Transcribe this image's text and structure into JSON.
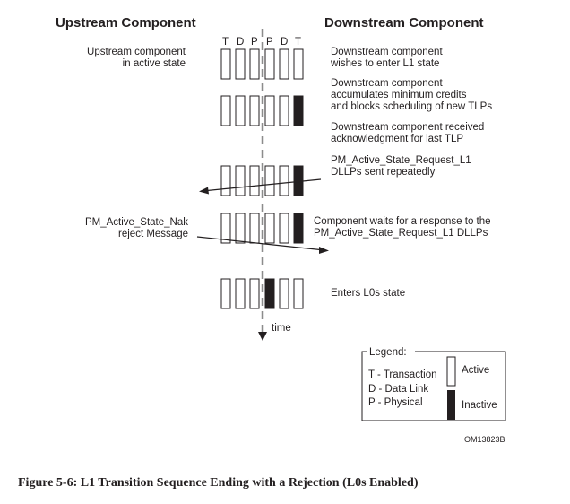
{
  "headers": {
    "upstream": "Upstream Component",
    "downstream": "Downstream Component"
  },
  "columns": [
    "T",
    "D",
    "P",
    "P",
    "D",
    "T"
  ],
  "upstream_notes": {
    "active": [
      "Upstream component",
      "in active state"
    ],
    "nak": [
      "PM_Active_State_Nak",
      "reject Message"
    ]
  },
  "rows": [
    {
      "states": [
        "active",
        "active",
        "active",
        "active",
        "active",
        "active"
      ],
      "text": [
        "Downstream component",
        "wishes to enter L1 state"
      ]
    },
    {
      "states": [
        "active",
        "active",
        "active",
        "active",
        "active",
        "inactive"
      ],
      "text": [
        "Downstream component",
        "accumulates minimum credits",
        "and blocks scheduling of new TLPs"
      ]
    },
    {
      "states": [],
      "text": [
        "Downstream component received",
        "acknowledgment for last TLP"
      ]
    },
    {
      "states": [
        "active",
        "active",
        "active",
        "active",
        "active",
        "inactive"
      ],
      "text": [
        "PM_Active_State_Request_L1",
        "DLLPs sent repeatedly"
      ]
    },
    {
      "states": [
        "active",
        "active",
        "active",
        "active",
        "active",
        "inactive"
      ],
      "text": [
        "Component waits for a response to the",
        "PM_Active_State_Request_L1 DLLPs"
      ]
    },
    {
      "states": [
        "active",
        "active",
        "active",
        "inactive",
        "active",
        "active"
      ],
      "text": [
        "Enters L0s state"
      ]
    }
  ],
  "time_label": "time",
  "legend": {
    "title": "Legend:",
    "items": [
      "T - Transaction",
      "D - Data Link",
      "P - Physical"
    ],
    "active": "Active",
    "inactive": "Inactive"
  },
  "figure_id": "OM13823B",
  "caption": "Figure 5-6:  L1 Transition Sequence Ending with a Rejection (L0s Enabled)",
  "colors": {
    "ink": "#231f20",
    "dash": "#8c8c8c"
  }
}
